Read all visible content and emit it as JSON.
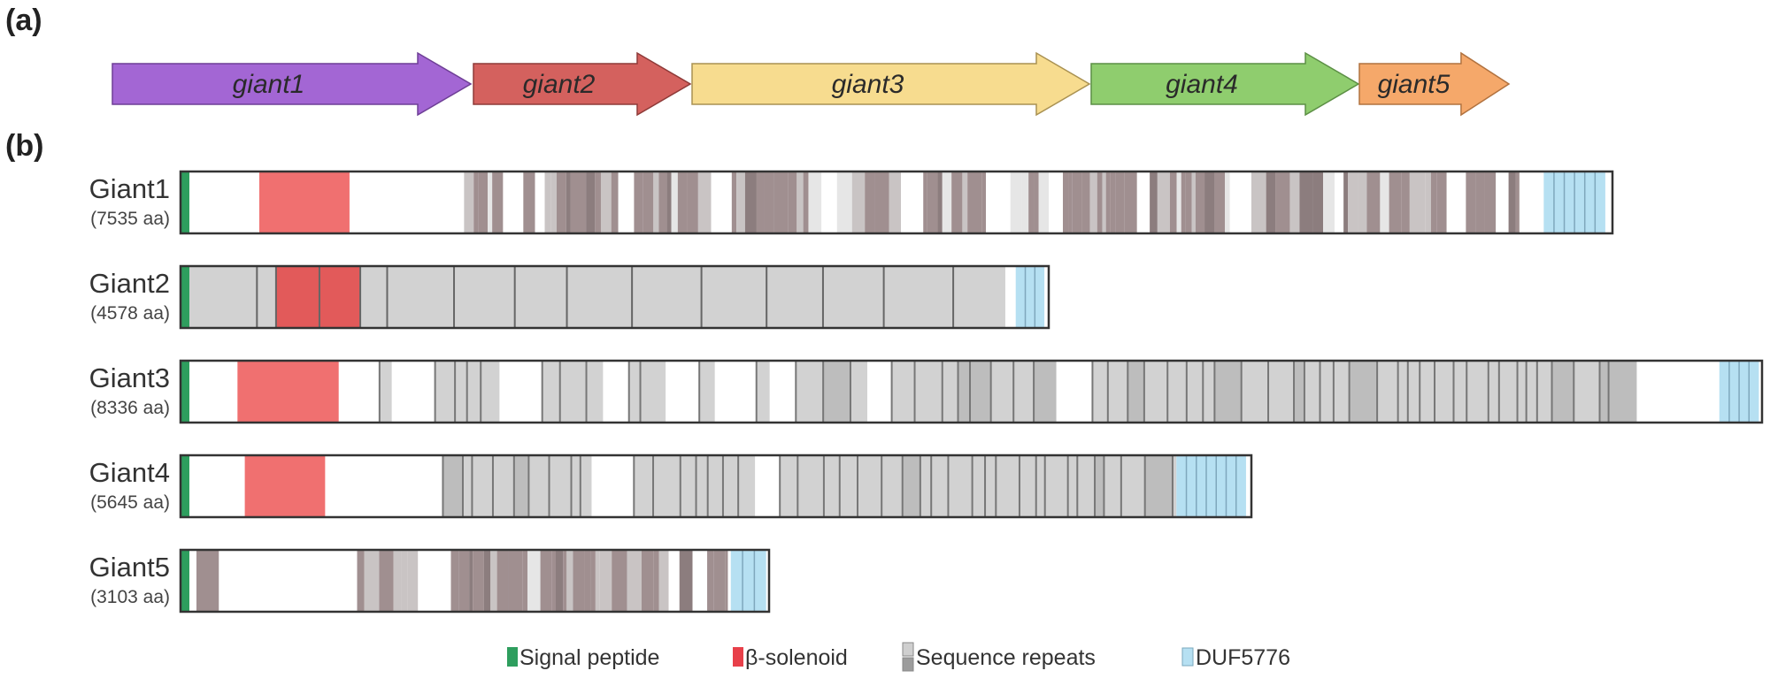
{
  "panels": {
    "a_label": "(a)",
    "b_label": "(b)"
  },
  "colors": {
    "signal": "#2e9e5e",
    "solenoid": "#f07070",
    "solenoid_dark": "#e25a5a",
    "repeat_light": "#d2d2d2",
    "repeat_mid": "#bdbdbd",
    "repeat_dark": "#a08f90",
    "duf": "#b6e0f2",
    "outline": "#333333"
  },
  "genes": [
    {
      "name": "giant1",
      "fill": "#a366d4",
      "stroke": "#6e3f96",
      "relative_length": 0.1
    },
    {
      "name": "giant2",
      "fill": "#d4615e",
      "stroke": "#8e3a38",
      "relative_length": 0.1
    },
    {
      "name": "giant3",
      "fill": "#f7dc8f",
      "stroke": "#a99152",
      "relative_length": 0.1
    },
    {
      "name": "giant4",
      "fill": "#8fcd6e",
      "stroke": "#5c8f45",
      "relative_length": 0.1
    },
    {
      "name": "giant5",
      "fill": "#f5a86a",
      "stroke": "#b1723f",
      "relative_length": 0.1
    }
  ],
  "proteins": [
    {
      "name": "Giant1",
      "length_label": "(7535 aa)",
      "length_aa": 7535,
      "style": "dark",
      "solenoid": [
        [
          0.055,
          0.118
        ]
      ],
      "repeat_start": 0.198,
      "repeat_end": 0.935,
      "duf": [
        [
          0.952,
          0.995
        ]
      ],
      "gaps": [
        0.225,
        0.24,
        0.305,
        0.37,
        0.44,
        0.5,
        0.56,
        0.6,
        0.66,
        0.73,
        0.8,
        0.88,
        0.915
      ]
    },
    {
      "name": "Giant2",
      "length_label": "(4578 aa)",
      "length_aa": 4578,
      "style": "blocks",
      "solenoid": [
        [
          0.11,
          0.207
        ]
      ],
      "repeat_start": 0.0,
      "repeat_end": 0.95,
      "duf": [
        [
          0.962,
          0.995
        ]
      ],
      "dividers": [
        0.088,
        0.11,
        0.16,
        0.207,
        0.238,
        0.315,
        0.385,
        0.445,
        0.52,
        0.6,
        0.675,
        0.74,
        0.81,
        0.89
      ]
    },
    {
      "name": "Giant3",
      "length_label": "(8336 aa)",
      "length_aa": 8336,
      "style": "light",
      "solenoid": [
        [
          0.036,
          0.1
        ]
      ],
      "repeat_start": 0.11,
      "repeat_end": 0.93,
      "duf": [
        [
          0.973,
          0.998
        ]
      ],
      "gaps": [
        0.1,
        0.13,
        0.2,
        0.263,
        0.3,
        0.335,
        0.365,
        0.43,
        0.55,
        0.92
      ]
    },
    {
      "name": "Giant4",
      "length_label": "(5645 aa)",
      "length_aa": 5645,
      "style": "light",
      "solenoid": [
        [
          0.06,
          0.135
        ]
      ],
      "repeat_start": 0.245,
      "repeat_end": 0.93,
      "duf": [
        [
          0.93,
          0.995
        ]
      ],
      "gaps": [
        0.38,
        0.53
      ]
    },
    {
      "name": "Giant5",
      "length_label": "(3103 aa)",
      "length_aa": 3103,
      "style": "dark",
      "solenoid": [],
      "repeat_start": 0.3,
      "repeat_end": 0.93,
      "duf": [
        [
          0.935,
          0.995
        ]
      ],
      "gaps": [
        0.4,
        0.42,
        0.82,
        0.86
      ],
      "extra_repeat": [
        [
          0.012,
          0.05
        ]
      ]
    }
  ],
  "legend": [
    {
      "key": "signal",
      "label": "Signal peptide"
    },
    {
      "key": "solenoid",
      "label": "β-solenoid"
    },
    {
      "key": "repeats",
      "label": "Sequence repeats"
    },
    {
      "key": "duf",
      "label": "DUF5776"
    }
  ]
}
